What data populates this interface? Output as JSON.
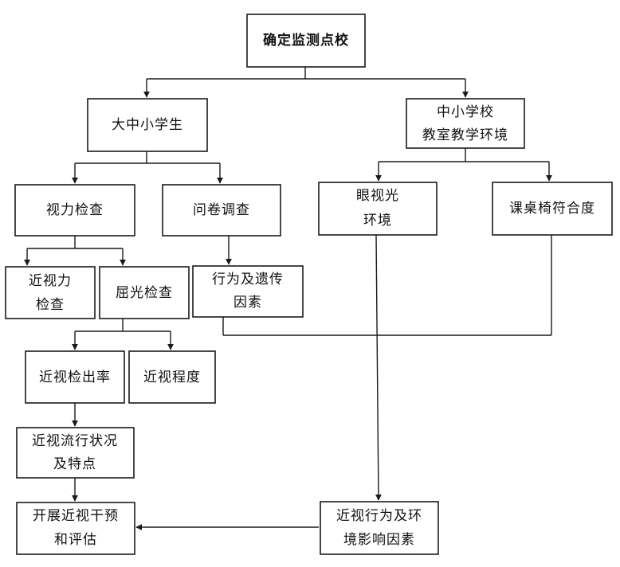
{
  "diagram": {
    "nodes": {
      "root": {
        "lines": [
          "确定监测点校"
        ]
      },
      "students": {
        "lines": [
          "大中小学生"
        ]
      },
      "school_env": {
        "lines": [
          "中小学校",
          "教室教学环境"
        ]
      },
      "vision_check": {
        "lines": [
          "视力检查"
        ]
      },
      "questionnaire": {
        "lines": [
          "问卷调查"
        ]
      },
      "eye_light_env": {
        "lines": [
          "眼视光",
          "环境"
        ]
      },
      "desk_chair": {
        "lines": [
          "课桌椅符合度"
        ]
      },
      "near_vision": {
        "lines": [
          "近视力",
          "检查"
        ]
      },
      "refraction": {
        "lines": [
          "屈光检查"
        ]
      },
      "behavior_genetic": {
        "lines": [
          "行为及遗传",
          "因素"
        ]
      },
      "myopia_rate": {
        "lines": [
          "近视检出率"
        ]
      },
      "myopia_degree": {
        "lines": [
          "近视程度"
        ]
      },
      "prevalence": {
        "lines": [
          "近视流行状况",
          "及特点"
        ]
      },
      "intervention": {
        "lines": [
          "开展近视干预",
          "和评估"
        ]
      },
      "influence": {
        "lines": [
          "近视行为及环",
          "境影响因素"
        ]
      }
    }
  }
}
